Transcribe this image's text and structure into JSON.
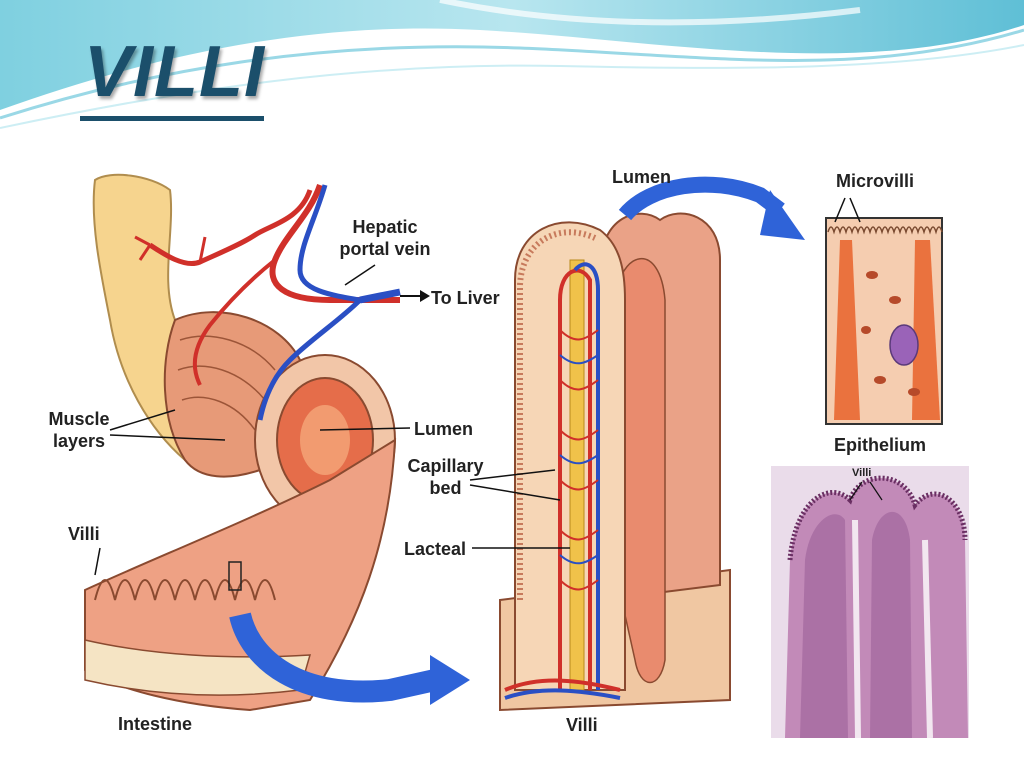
{
  "slide": {
    "title": "VILLI"
  },
  "intestine_panel": {
    "hepatic_portal_vein": "Hepatic\nportal vein",
    "to_liver": "To Liver",
    "muscle_layers": "Muscle\nlayers",
    "lumen": "Lumen",
    "villi": "Villi",
    "intestine": "Intestine"
  },
  "villus_panel": {
    "lumen": "Lumen",
    "capillary_bed": "Capillary\nbed",
    "lacteal": "Lacteal",
    "villi": "Villi"
  },
  "epithelium_panel": {
    "microvilli": "Microvilli",
    "epithelium": "Epithelium"
  },
  "micrograph_panel": {
    "villi": "Villi"
  },
  "colors": {
    "title": "#1b4f6b",
    "artery": "#d0302a",
    "vein": "#2a4fc4",
    "arrow": "#2f63d8",
    "tissue": "#e8a487",
    "lacteal": "#f0c24a"
  }
}
